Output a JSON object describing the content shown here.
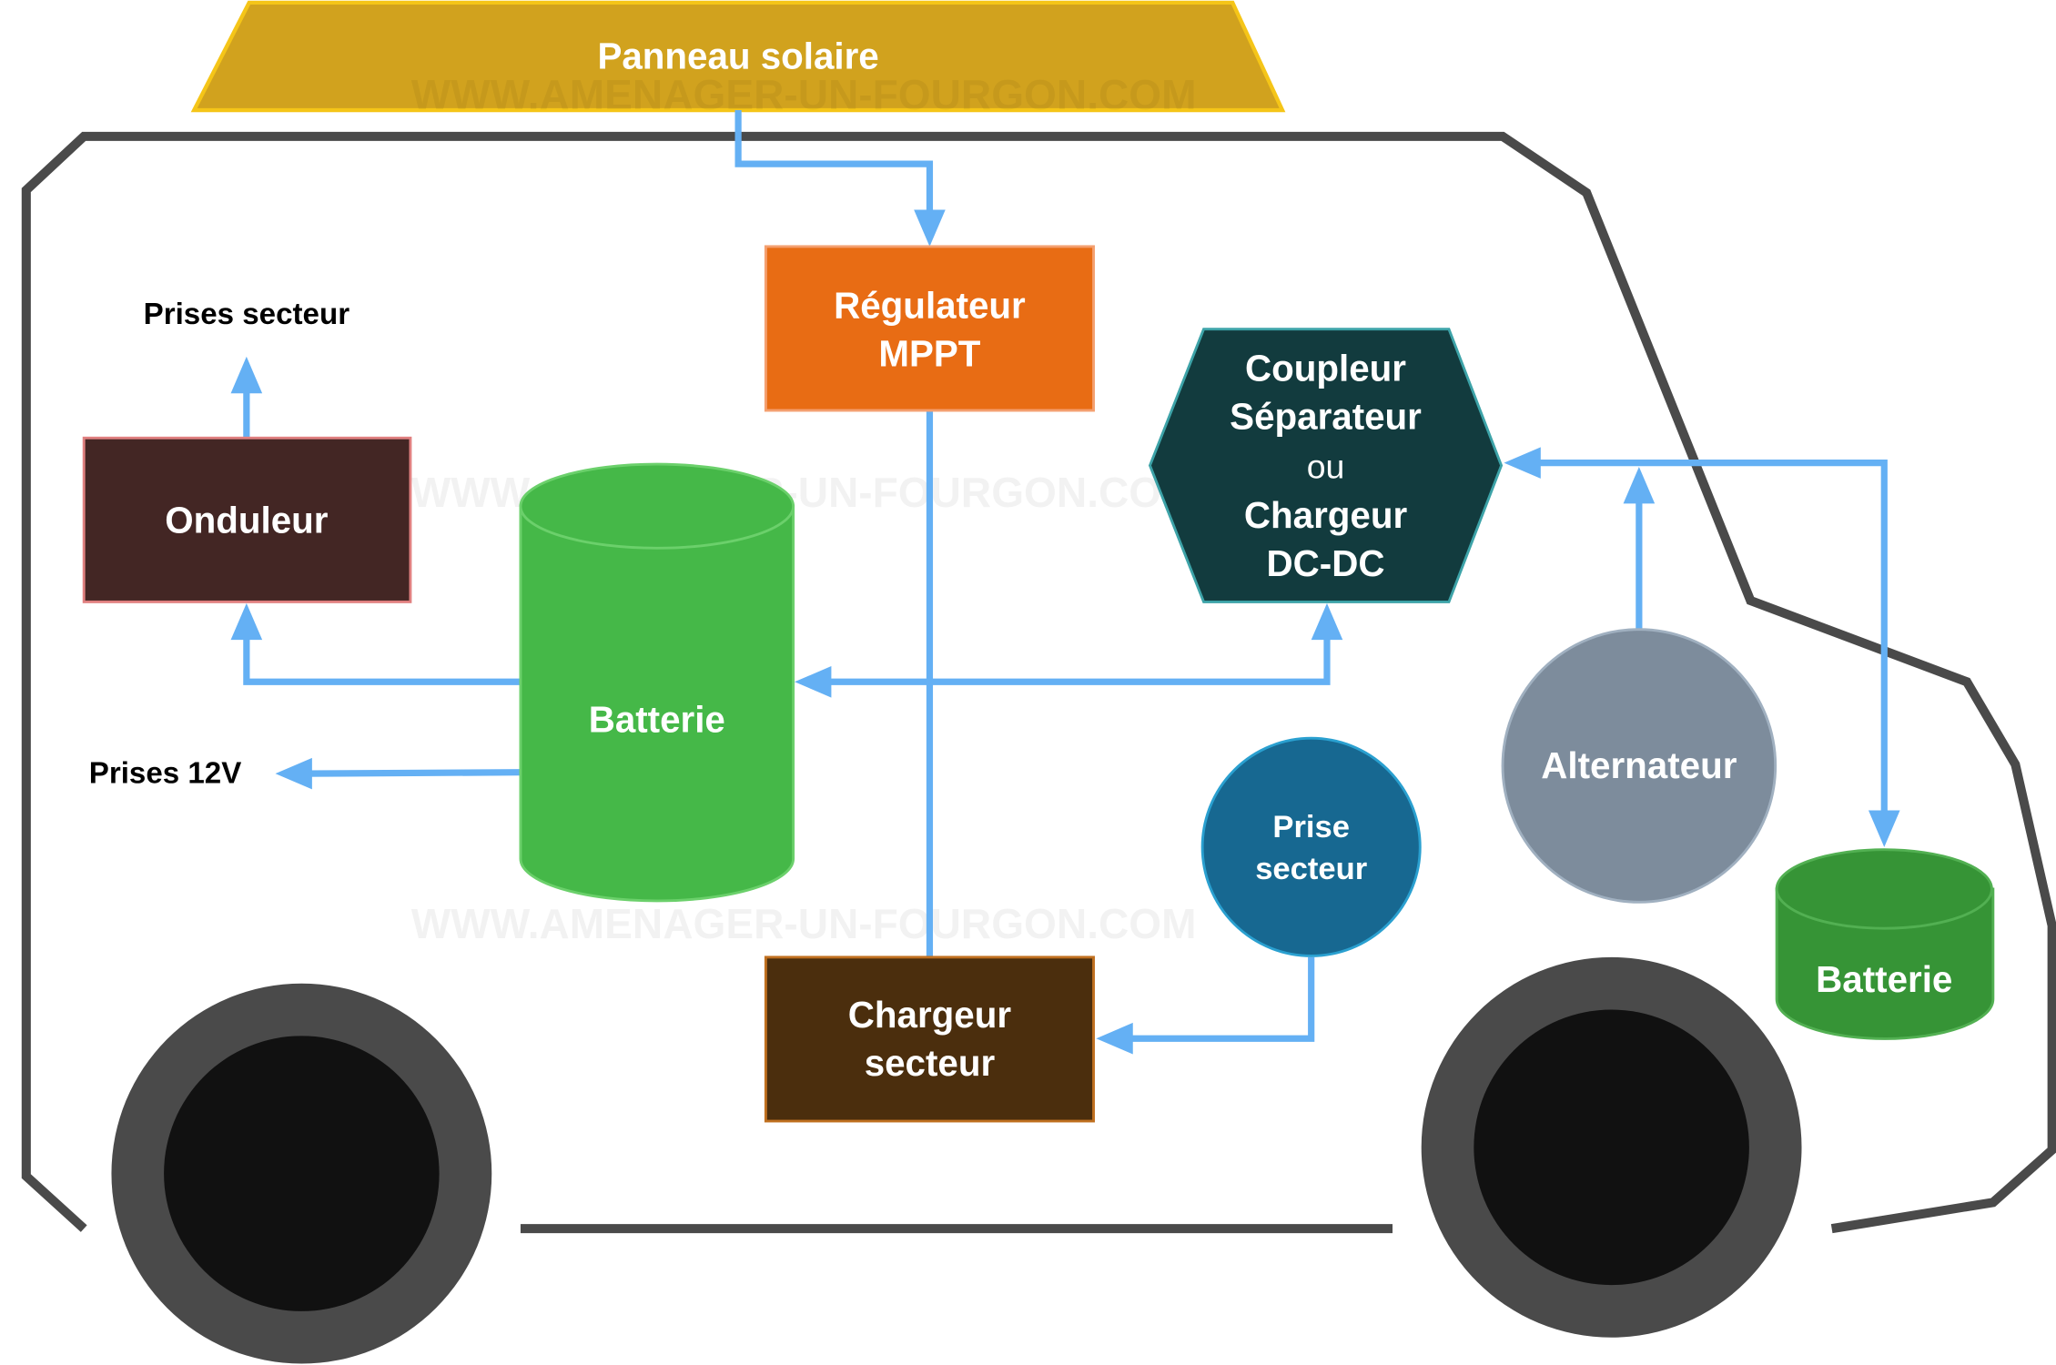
{
  "watermark": "WWW.AMENAGER-UN-FOURGON.COM",
  "colors": {
    "flow": "#64B0F4",
    "van": "#4a4a4a",
    "solar": "#D1A21E",
    "mppt": "#E86C14",
    "inverter": "#432624",
    "coupler": "#123B3E",
    "battery": "#45B848",
    "aux_battery": "#369436",
    "shore": "#176891",
    "alternator": "#7D8C9C",
    "charger": "#4B2E0D"
  },
  "nodes": {
    "solar_panel": "Panneau solaire",
    "mppt": [
      "Régulateur",
      "MPPT"
    ],
    "inverter": "Onduleur",
    "battery": "Batterie",
    "coupler": [
      "Coupleur",
      "Séparateur",
      "ou",
      "Chargeur",
      "DC-DC"
    ],
    "shore_socket": [
      "Prise",
      "secteur"
    ],
    "alternator": "Alternateur",
    "engine_battery": "Batterie",
    "charger": [
      "Chargeur",
      "secteur"
    ]
  },
  "labels": {
    "ac_outlets": "Prises secteur",
    "dc_outlets": "Prises 12V"
  }
}
